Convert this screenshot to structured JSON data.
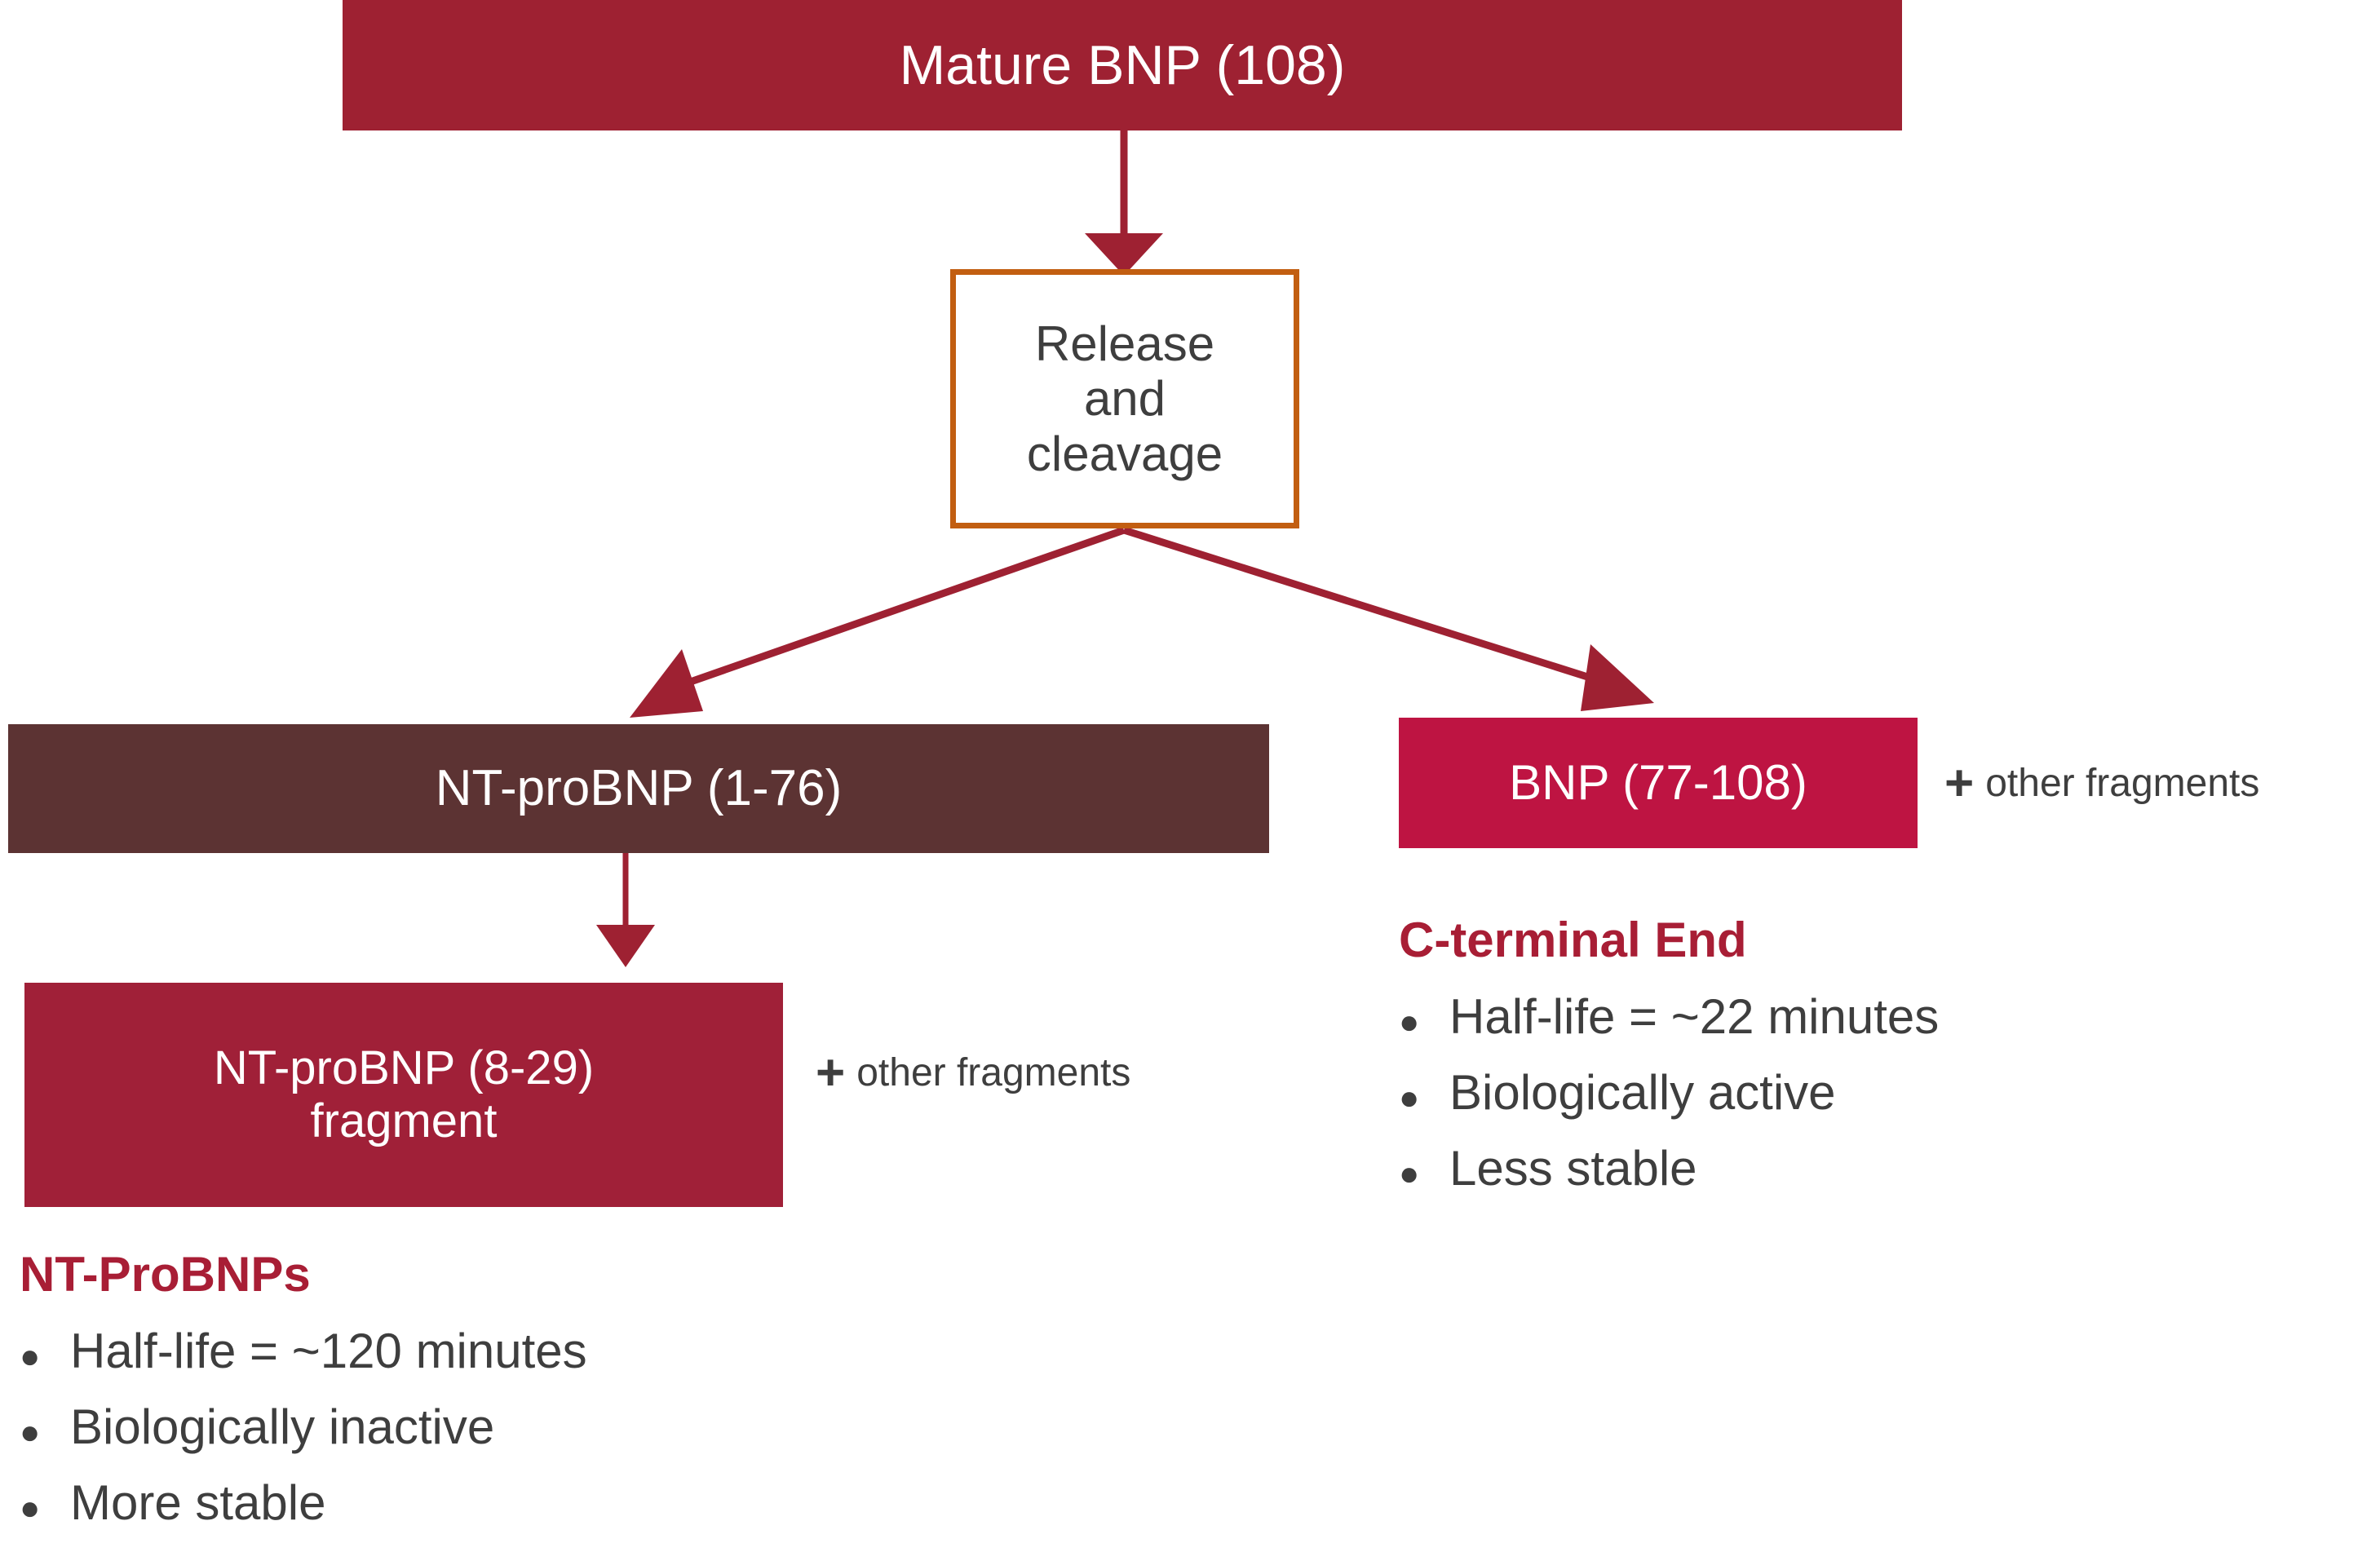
{
  "diagram": {
    "title_node": {
      "label": "Mature BNP (108)",
      "color": "#9E2132"
    },
    "process_node": {
      "line1": "Release",
      "line2": "and",
      "line3": "cleavage",
      "border_color": "#C25E11",
      "text_color": "#3E3E3E"
    },
    "nt_probnp_node": {
      "label": "NT-proBNP (1-76)",
      "color": "#5C3333"
    },
    "bnp_node": {
      "label": "BNP (77-108)",
      "color": "#BE1442"
    },
    "nt_probnp_fragment_node": {
      "line1": "NT-proBNP (8-29)",
      "line2": "fragment",
      "color": "#A02038"
    },
    "fragment_notes": {
      "plus": "+",
      "text": "other fragments"
    },
    "arrow_color": "#9E2132"
  },
  "annotations": {
    "c_terminal": {
      "heading": "C-terminal End",
      "heading_color": "#A81E35",
      "bullets": [
        "Half-life = ~22 minutes",
        "Biologically active",
        "Less stable"
      ]
    },
    "nt_probnps": {
      "heading": "NT-ProBNPs",
      "heading_color": "#A81E35",
      "bullets": [
        "Half-life = ~120 minutes",
        "Biologically inactive",
        "More stable"
      ]
    }
  },
  "bullet_glyph": "●"
}
